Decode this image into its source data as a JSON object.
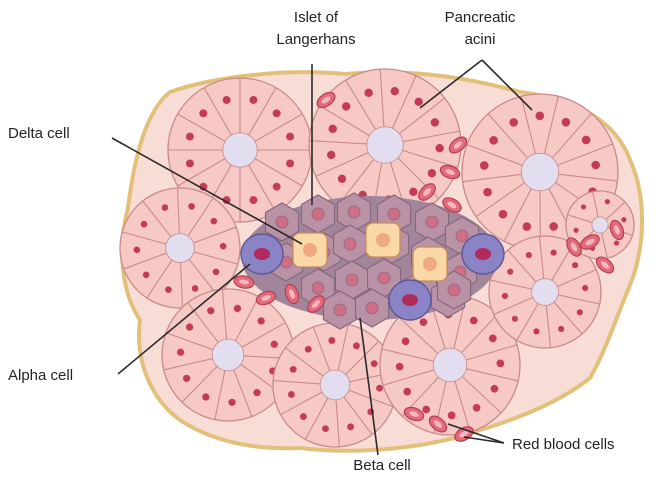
{
  "labels": {
    "islet_line1": "Islet of",
    "islet_line2": "Langerhans",
    "acini_line1": "Pancreatic",
    "acini_line2": "acini",
    "delta": "Delta cell",
    "alpha": "Alpha cell",
    "beta": "Beta cell",
    "rbc": "Red blood cells"
  },
  "colors": {
    "capsule": "#f8ddd7",
    "capsule_edge": "#e3c07a",
    "acinar_cell": "#f6c9c4",
    "acinar_edge": "#c98a8a",
    "lumen": "#e2def0",
    "nucleus": "#c53a55",
    "islet_bg": "#a1859a",
    "beta_cell": "#b992a6",
    "beta_edge": "#86697e",
    "beta_nucleus": "#cf6f86",
    "delta_cell": "#fbd8a8",
    "delta_nucleus": "#f0a982",
    "alpha_cell": "#8a84c6",
    "alpha_nucleus": "#b12a5c",
    "rbc": "#e26a7a",
    "rbc_edge": "#b43e52"
  }
}
